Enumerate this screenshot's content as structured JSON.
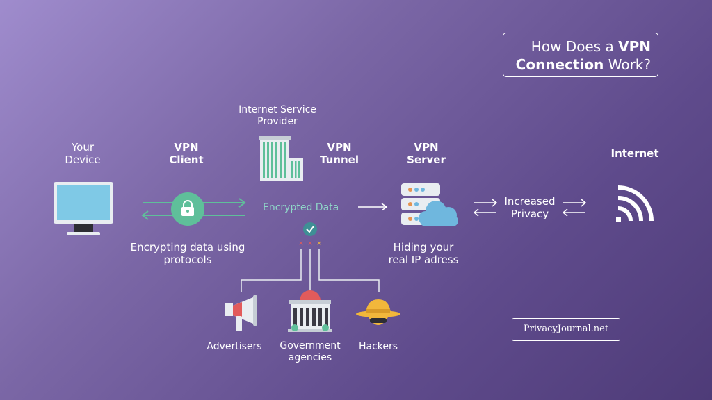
{
  "title": {
    "line1_regular": "How Does a ",
    "line1_bold": "VPN",
    "line2_bold": "Connection",
    "line2_regular": " Work?"
  },
  "brand": "PrivacyJournal.net",
  "steps": {
    "device": {
      "line1": "Your",
      "line2": "Device"
    },
    "client": {
      "line1": "VPN",
      "line2": "Client",
      "caption_line1": "Encrypting data using",
      "caption_line2": "protocols"
    },
    "isp": {
      "line1": "Internet Service",
      "line2": "Provider"
    },
    "tunnel": {
      "line1": "VPN",
      "line2": "Tunnel",
      "caption": "Encrypted Data"
    },
    "server": {
      "line1": "VPN",
      "line2": "Server",
      "caption_line1": "Hiding your",
      "caption_line2": "real IP adress"
    },
    "privacy": {
      "line1": "Increased",
      "line2": "Privacy"
    },
    "internet": {
      "label": "Internet"
    }
  },
  "blocked": {
    "advertisers": "Advertisers",
    "government_line1": "Government",
    "government_line2": "agencies",
    "hackers": "Hackers"
  },
  "icons": {
    "monitor": "monitor-icon",
    "lock": "lock-icon",
    "building": "building-icon",
    "server": "server-icon",
    "cloud": "cloud-icon",
    "wifi": "wifi-icon",
    "check": "check-icon",
    "megaphone": "megaphone-icon",
    "government": "government-building-icon",
    "hacker": "hacker-hat-icon"
  },
  "colors": {
    "accent_green": "#5fbf9a",
    "tunnel_text": "#8fd6c8",
    "screen_blue": "#7fc9e6",
    "cloud_blue": "#6fb7de",
    "red": "#e25b5b",
    "yellow": "#f2b73b"
  }
}
